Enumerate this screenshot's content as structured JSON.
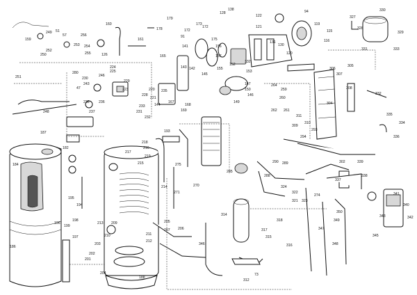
{
  "diagram": {
    "type": "exploded-parts-view",
    "line_color": "#111111",
    "background": "#ffffff"
  },
  "callouts": [
    {
      "id": "c1",
      "text": "128"
    },
    {
      "id": "c2",
      "text": "138"
    },
    {
      "id": "c3",
      "text": "160"
    },
    {
      "id": "c4",
      "text": "178"
    },
    {
      "id": "c5",
      "text": "179"
    },
    {
      "id": "c6",
      "text": "172"
    },
    {
      "id": "c7",
      "text": "173"
    },
    {
      "id": "c8",
      "text": "172"
    },
    {
      "id": "c9",
      "text": "161"
    },
    {
      "id": "c10",
      "text": "91"
    },
    {
      "id": "c11",
      "text": "175"
    },
    {
      "id": "c12",
      "text": "156"
    },
    {
      "id": "c13",
      "text": "122"
    },
    {
      "id": "c14",
      "text": "121"
    },
    {
      "id": "c15",
      "text": "94"
    },
    {
      "id": "c16",
      "text": "119"
    },
    {
      "id": "c17",
      "text": "115"
    },
    {
      "id": "c18",
      "text": "327"
    },
    {
      "id": "c19",
      "text": "328"
    },
    {
      "id": "c20",
      "text": "330"
    },
    {
      "id": "c21",
      "text": "329"
    },
    {
      "id": "c22",
      "text": "159"
    },
    {
      "id": "c23",
      "text": "249"
    },
    {
      "id": "c24",
      "text": "51"
    },
    {
      "id": "c25",
      "text": "57"
    },
    {
      "id": "c26",
      "text": "256"
    },
    {
      "id": "c27",
      "text": "253"
    },
    {
      "id": "c28",
      "text": "254"
    },
    {
      "id": "c29",
      "text": "255"
    },
    {
      "id": "c30",
      "text": "252"
    },
    {
      "id": "c31",
      "text": "251"
    },
    {
      "id": "c32",
      "text": "250"
    },
    {
      "id": "c33",
      "text": "126"
    },
    {
      "id": "c34",
      "text": "141"
    },
    {
      "id": "c35",
      "text": "165"
    },
    {
      "id": "c36",
      "text": "143"
    },
    {
      "id": "c37",
      "text": "142"
    },
    {
      "id": "c38",
      "text": "157"
    },
    {
      "id": "c39",
      "text": "153"
    },
    {
      "id": "c40",
      "text": "155"
    },
    {
      "id": "c41",
      "text": "152"
    },
    {
      "id": "c42",
      "text": "130"
    },
    {
      "id": "c43",
      "text": "131"
    },
    {
      "id": "c44",
      "text": "332"
    },
    {
      "id": "c45",
      "text": "120"
    },
    {
      "id": "c46",
      "text": "116"
    },
    {
      "id": "c47",
      "text": "331"
    },
    {
      "id": "c48",
      "text": "333"
    },
    {
      "id": "c49",
      "text": "306"
    },
    {
      "id": "c50",
      "text": "305"
    },
    {
      "id": "c51",
      "text": "307"
    },
    {
      "id": "c52",
      "text": "304"
    },
    {
      "id": "c53",
      "text": "308"
    },
    {
      "id": "c54",
      "text": "332"
    },
    {
      "id": "c55",
      "text": "280"
    },
    {
      "id": "c56",
      "text": "230"
    },
    {
      "id": "c57",
      "text": "243"
    },
    {
      "id": "c58",
      "text": "47"
    },
    {
      "id": "c59",
      "text": "238"
    },
    {
      "id": "c60",
      "text": "236"
    },
    {
      "id": "c61",
      "text": "237"
    },
    {
      "id": "c62",
      "text": "229"
    },
    {
      "id": "c63",
      "text": "224"
    },
    {
      "id": "c64",
      "text": "225"
    },
    {
      "id": "c65",
      "text": "223"
    },
    {
      "id": "c66",
      "text": "246"
    },
    {
      "id": "c67",
      "text": "248"
    },
    {
      "id": "c68",
      "text": "235"
    },
    {
      "id": "c69",
      "text": "228"
    },
    {
      "id": "c70",
      "text": "144"
    },
    {
      "id": "c71",
      "text": "231"
    },
    {
      "id": "c72",
      "text": "233"
    },
    {
      "id": "c73",
      "text": "232"
    },
    {
      "id": "c74",
      "text": "221"
    },
    {
      "id": "c75",
      "text": "220"
    },
    {
      "id": "c76",
      "text": "149"
    },
    {
      "id": "c77",
      "text": "150"
    },
    {
      "id": "c78",
      "text": "147"
    },
    {
      "id": "c79",
      "text": "146"
    },
    {
      "id": "c80",
      "text": "264"
    },
    {
      "id": "c81",
      "text": "259"
    },
    {
      "id": "c82",
      "text": "260"
    },
    {
      "id": "c83",
      "text": "262"
    },
    {
      "id": "c84",
      "text": "261"
    },
    {
      "id": "c85",
      "text": "311"
    },
    {
      "id": "c86",
      "text": "310"
    },
    {
      "id": "c87",
      "text": "309"
    },
    {
      "id": "c88",
      "text": "293"
    },
    {
      "id": "c89",
      "text": "294"
    },
    {
      "id": "c90",
      "text": "334"
    },
    {
      "id": "c91",
      "text": "335"
    },
    {
      "id": "c92",
      "text": "336"
    },
    {
      "id": "c93",
      "text": "187"
    },
    {
      "id": "c94",
      "text": "184"
    },
    {
      "id": "c95",
      "text": "182"
    },
    {
      "id": "c96",
      "text": "196"
    },
    {
      "id": "c97",
      "text": "216"
    },
    {
      "id": "c98",
      "text": "218"
    },
    {
      "id": "c99",
      "text": "217"
    },
    {
      "id": "c100",
      "text": "215"
    },
    {
      "id": "c101",
      "text": "219"
    },
    {
      "id": "c102",
      "text": "213"
    },
    {
      "id": "c103",
      "text": "214"
    },
    {
      "id": "c104",
      "text": "275"
    },
    {
      "id": "c105",
      "text": "271"
    },
    {
      "id": "c106",
      "text": "270"
    },
    {
      "id": "c107",
      "text": "285"
    },
    {
      "id": "c108",
      "text": "288"
    },
    {
      "id": "c109",
      "text": "290"
    },
    {
      "id": "c110",
      "text": "289"
    },
    {
      "id": "c111",
      "text": "302"
    },
    {
      "id": "c112",
      "text": "337"
    },
    {
      "id": "c113",
      "text": "338"
    },
    {
      "id": "c114",
      "text": "339"
    },
    {
      "id": "c115",
      "text": "340"
    },
    {
      "id": "c116",
      "text": "341"
    },
    {
      "id": "c117",
      "text": "342"
    },
    {
      "id": "c118",
      "text": "343"
    },
    {
      "id": "c119",
      "text": "345"
    },
    {
      "id": "c120",
      "text": "314"
    },
    {
      "id": "c121",
      "text": "318"
    },
    {
      "id": "c122",
      "text": "317"
    },
    {
      "id": "c123",
      "text": "316"
    },
    {
      "id": "c124",
      "text": "315"
    },
    {
      "id": "c125",
      "text": "324"
    },
    {
      "id": "c126",
      "text": "322"
    },
    {
      "id": "c127",
      "text": "321"
    },
    {
      "id": "c128",
      "text": "323"
    },
    {
      "id": "c129",
      "text": "347"
    },
    {
      "id": "c130",
      "text": "348"
    },
    {
      "id": "c131",
      "text": "349"
    },
    {
      "id": "c132",
      "text": "350"
    },
    {
      "id": "c133",
      "text": "274"
    },
    {
      "id": "c134",
      "text": "212"
    },
    {
      "id": "c135",
      "text": "211"
    },
    {
      "id": "c136",
      "text": "209"
    },
    {
      "id": "c137",
      "text": "210"
    },
    {
      "id": "c138",
      "text": "207"
    },
    {
      "id": "c139",
      "text": "206"
    },
    {
      "id": "c140",
      "text": "205"
    },
    {
      "id": "c141",
      "text": "204"
    },
    {
      "id": "c142",
      "text": "203"
    },
    {
      "id": "c143",
      "text": "202"
    },
    {
      "id": "c144",
      "text": "201"
    },
    {
      "id": "c145",
      "text": "188"
    },
    {
      "id": "c146",
      "text": "346"
    },
    {
      "id": "c147",
      "text": "312"
    },
    {
      "id": "c148",
      "text": "73"
    },
    {
      "id": "c149",
      "text": "186"
    },
    {
      "id": "c150",
      "text": "199"
    },
    {
      "id": "c151",
      "text": "198"
    },
    {
      "id": "c152",
      "text": "197"
    },
    {
      "id": "c153",
      "text": "195"
    },
    {
      "id": "c154",
      "text": "194"
    },
    {
      "id": "c155",
      "text": "167"
    },
    {
      "id": "c156",
      "text": "168"
    },
    {
      "id": "c157",
      "text": "169"
    },
    {
      "id": "c158",
      "text": "145"
    },
    {
      "id": "c159",
      "text": "193"
    }
  ]
}
